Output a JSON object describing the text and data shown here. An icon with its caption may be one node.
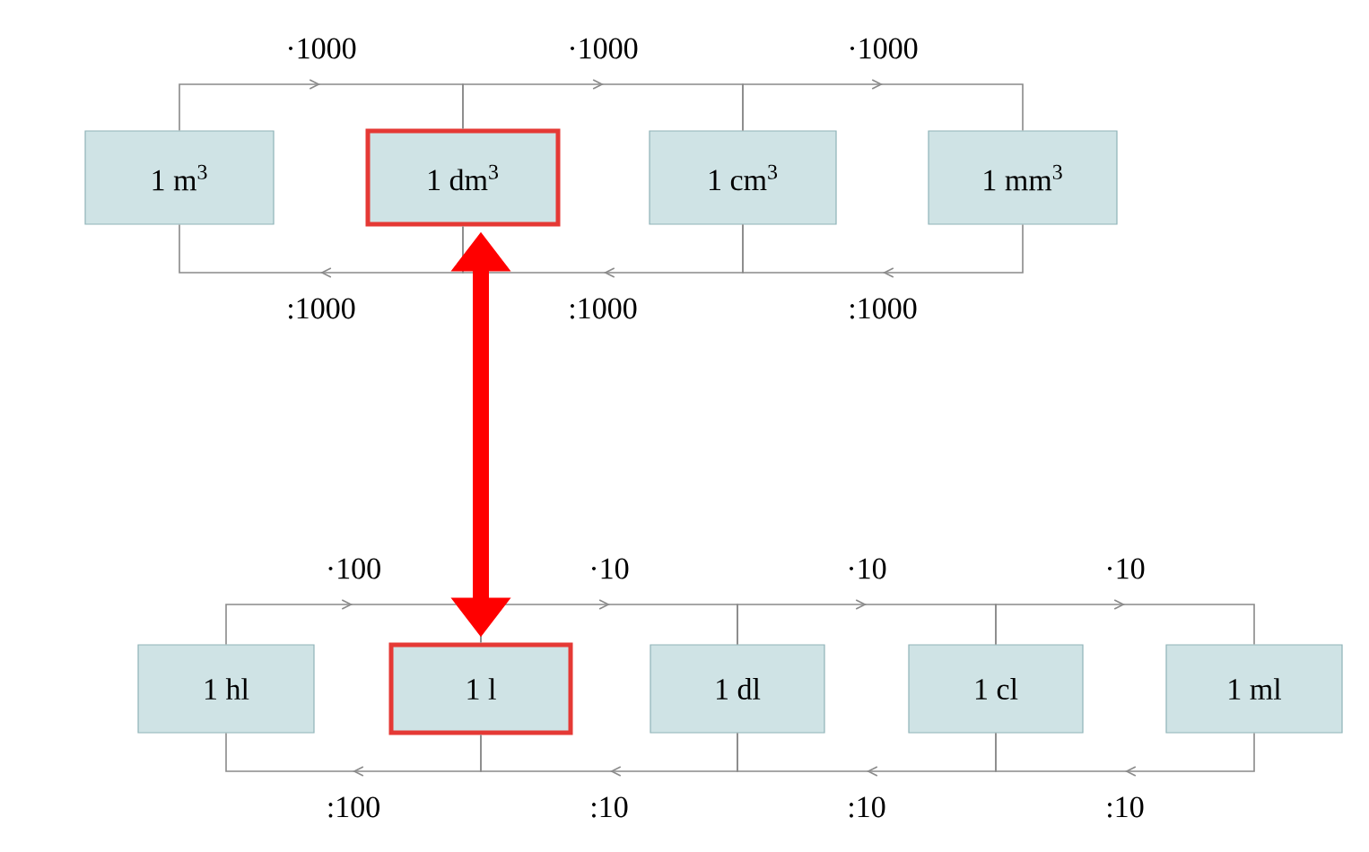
{
  "diagram": {
    "nodes": [
      {
        "text": [
          "1 m$^{3}$"
        ]
      },
      {
        "text": [
          "1 dm$^{3}$"
        ]
      },
      {
        "text": [
          "1 cm$^{3}$"
        ]
      },
      {
        "text": [
          "1 mm$^{3}$"
        ]
      },
      {
        "text": [
          "1 hl"
        ]
      },
      {
        "text": [
          "1 l"
        ]
      },
      {
        "text": [
          "1 dl"
        ]
      },
      {
        "text": [
          "1 cl"
        ]
      },
      {
        "text": [
          "1 ml"
        ]
      }
    ],
    "edges": [
      {
        "from": 0,
        "to": 1,
        "arrow": "to",
        "label": "·1000"
      },
      {
        "from": 1,
        "to": 2,
        "arrow": "to",
        "label": "·1000"
      },
      {
        "from": 2,
        "to": 3,
        "arrow": "to",
        "label": "·1000"
      },
      {
        "from": 1,
        "to": 0,
        "arrow": "to",
        "label": ":1000"
      },
      {
        "from": 2,
        "to": 1,
        "arrow": "to",
        "label": ":1000"
      },
      {
        "from": 3,
        "to": 2,
        "arrow": "to",
        "label": ":1000"
      },
      {
        "from": 4,
        "to": 5,
        "arrow": "to",
        "label": "·100"
      },
      {
        "from": 5,
        "to": 6,
        "arrow": "to",
        "label": "·10"
      },
      {
        "from": 6,
        "to": 7,
        "arrow": "to",
        "label": "·10"
      },
      {
        "from": 7,
        "to": 8,
        "arrow": "to",
        "label": "·10"
      },
      {
        "from": 5,
        "to": 4,
        "arrow": "to",
        "label": ":100"
      },
      {
        "from": 6,
        "to": 5,
        "arrow": "to",
        "label": ":10"
      },
      {
        "from": 7,
        "to": 6,
        "arrow": "to",
        "label": ":10"
      },
      {
        "from": 8,
        "to": 7,
        "arrow": "to",
        "label": ":10"
      },
      {
        "from": 1,
        "to": 5,
        "arrow": "both",
        "style": "thick",
        "color": "#ff0000"
      }
    ]
  }
}
